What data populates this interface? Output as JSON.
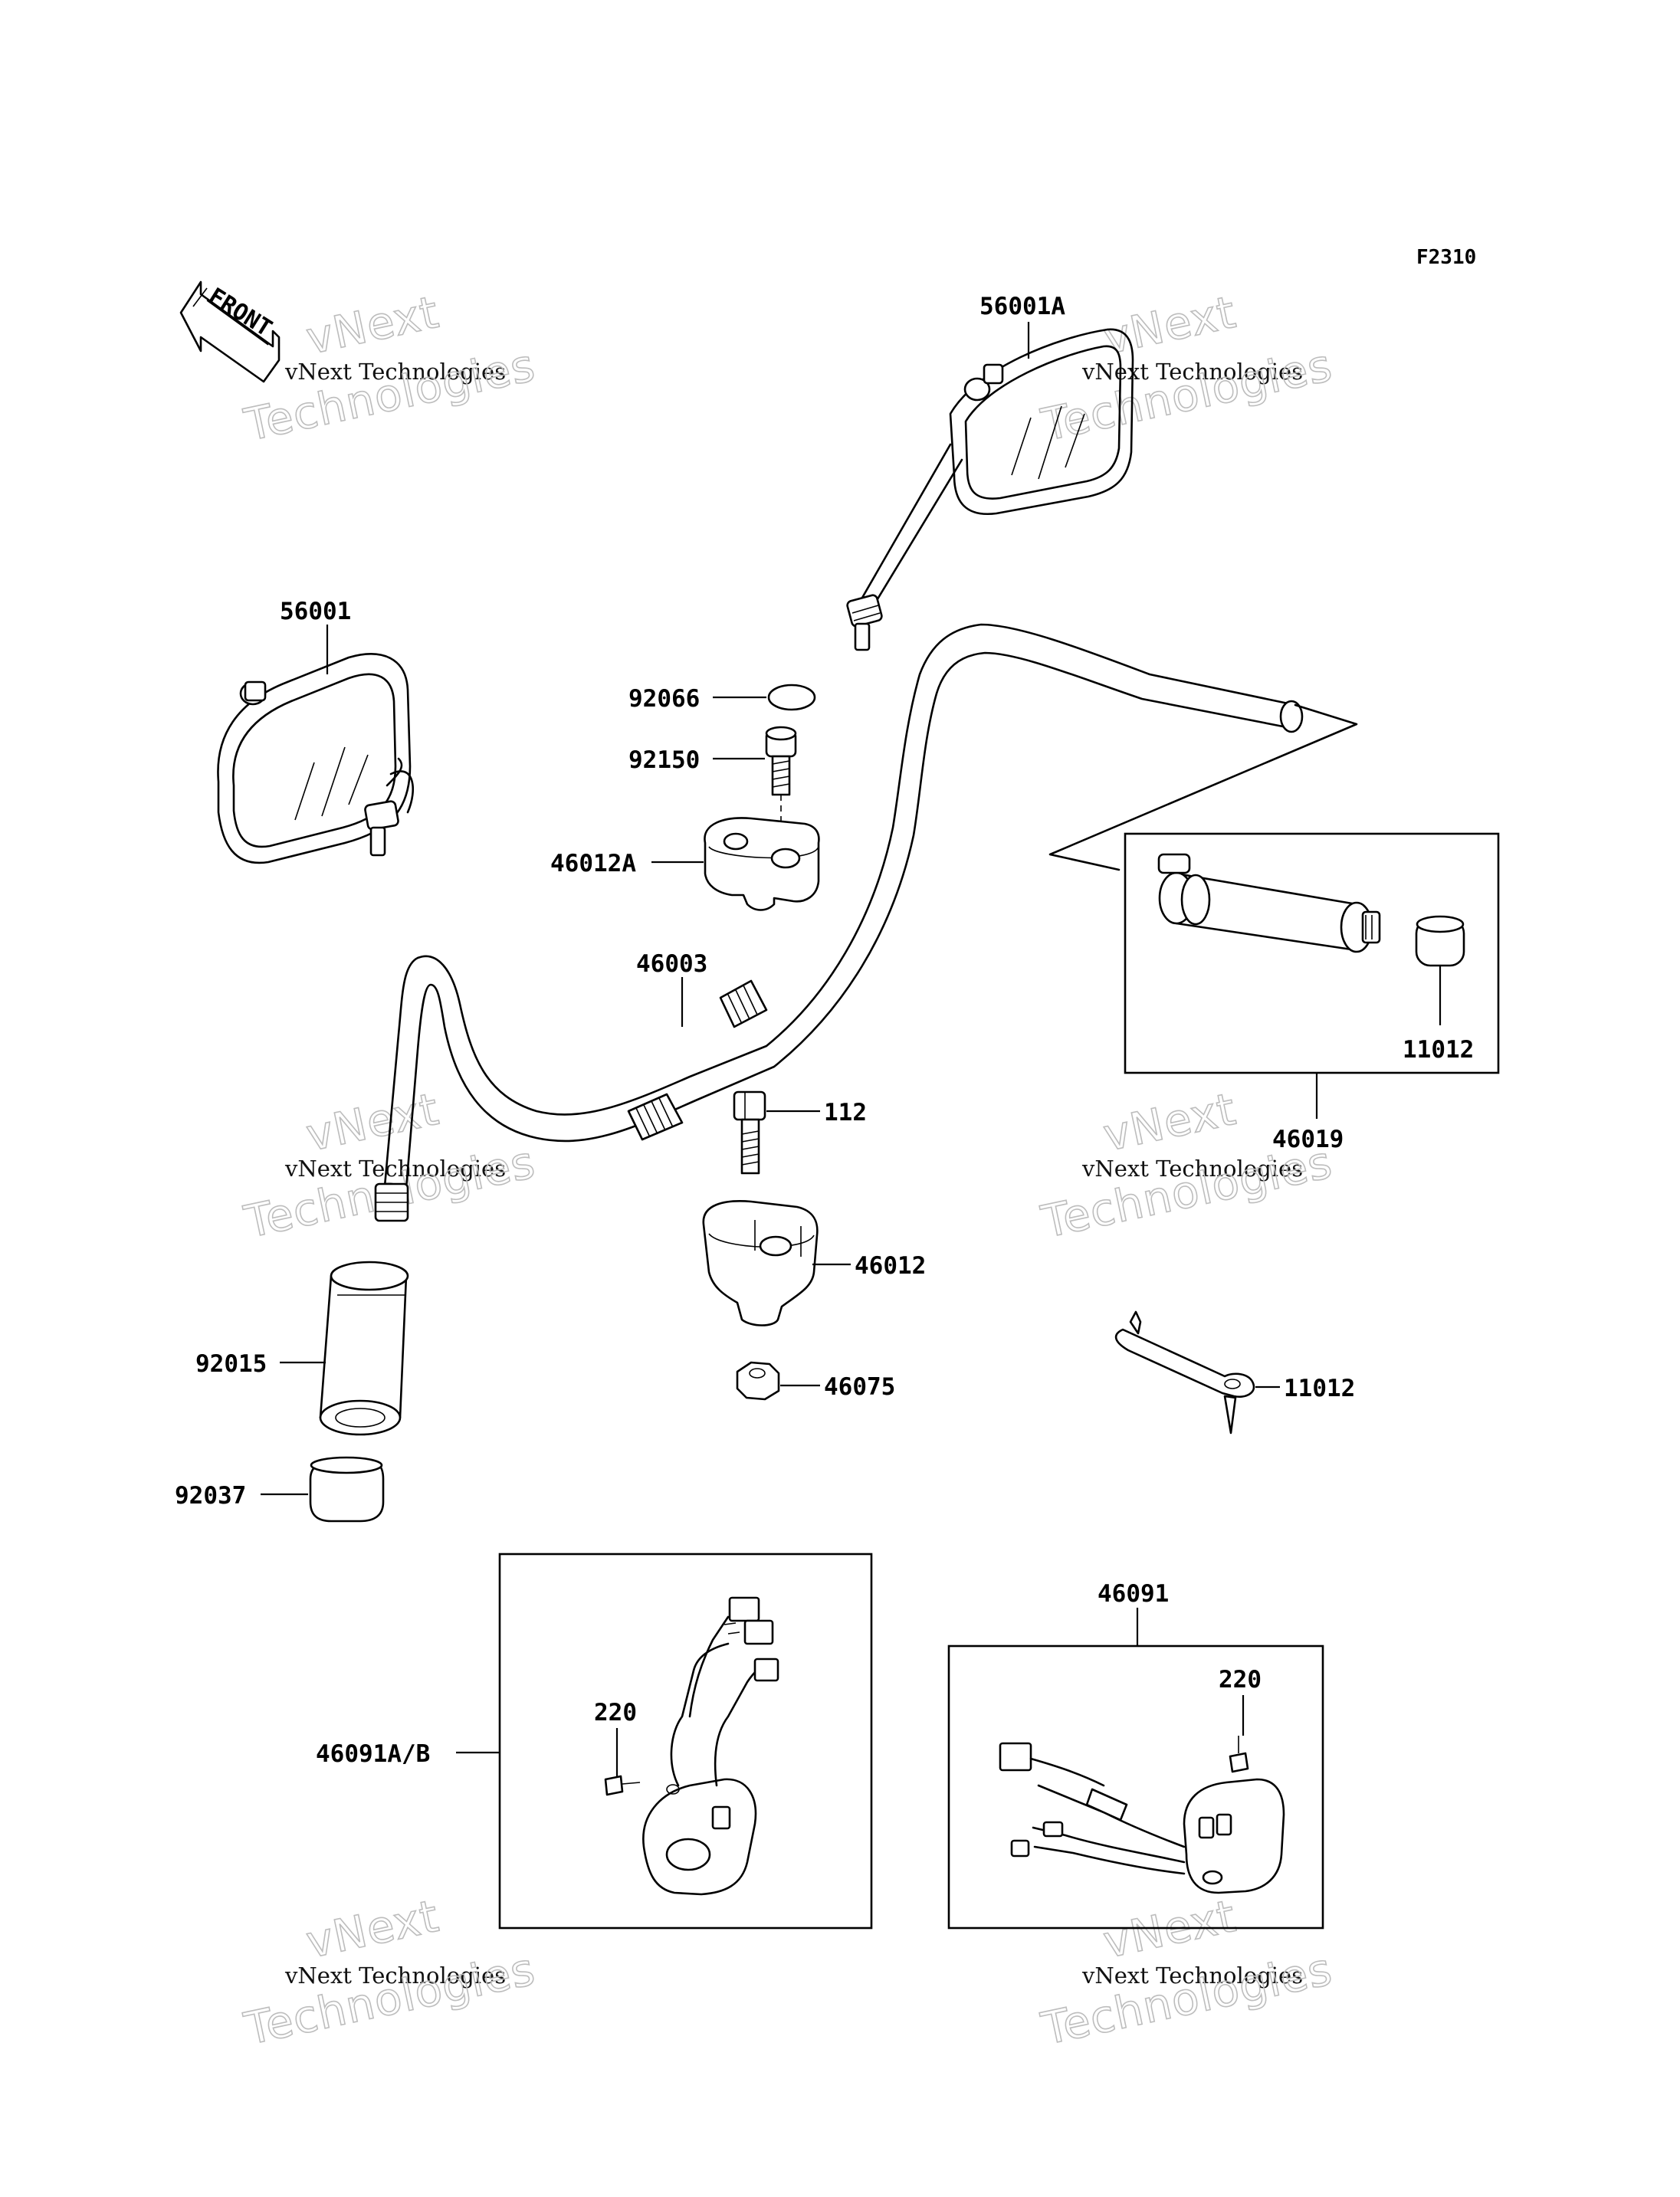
{
  "figure_code": "F2310",
  "front_arrow_label": "FRONT",
  "watermark": {
    "line1": "vNext",
    "line2": "vNext Technologies",
    "line3": "Technologies"
  },
  "parts": [
    {
      "id": "56001A",
      "label": "56001A"
    },
    {
      "id": "56001",
      "label": "56001"
    },
    {
      "id": "92066",
      "label": "92066"
    },
    {
      "id": "92150",
      "label": "92150"
    },
    {
      "id": "46012A",
      "label": "46012A"
    },
    {
      "id": "46003",
      "label": "46003"
    },
    {
      "id": "11012-right",
      "label": "11012"
    },
    {
      "id": "46019",
      "label": "46019"
    },
    {
      "id": "112",
      "label": "112"
    },
    {
      "id": "46012",
      "label": "46012"
    },
    {
      "id": "46075",
      "label": "46075"
    },
    {
      "id": "92015",
      "label": "92015"
    },
    {
      "id": "92037",
      "label": "92037"
    },
    {
      "id": "11012-left",
      "label": "11012"
    },
    {
      "id": "46091",
      "label": "46091"
    },
    {
      "id": "220-right",
      "label": "220"
    },
    {
      "id": "220-left",
      "label": "220"
    },
    {
      "id": "46091AB",
      "label": "46091A/B"
    }
  ]
}
